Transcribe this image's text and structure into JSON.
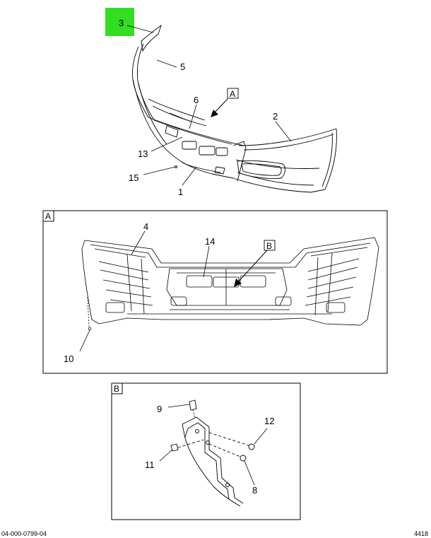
{
  "callouts": {
    "c1": "1",
    "c2": "2",
    "c3": "3",
    "c4": "4",
    "c5": "5",
    "c6": "6",
    "c8": "8",
    "c9": "9",
    "c10": "10",
    "c11": "11",
    "c12": "12",
    "c13": "13",
    "c14": "14",
    "c15": "15"
  },
  "view_labels": {
    "a": "A",
    "b": "B"
  },
  "highlight_color": "#33dd22",
  "footer": {
    "left": "04-000-0799-04",
    "right": "4418"
  }
}
